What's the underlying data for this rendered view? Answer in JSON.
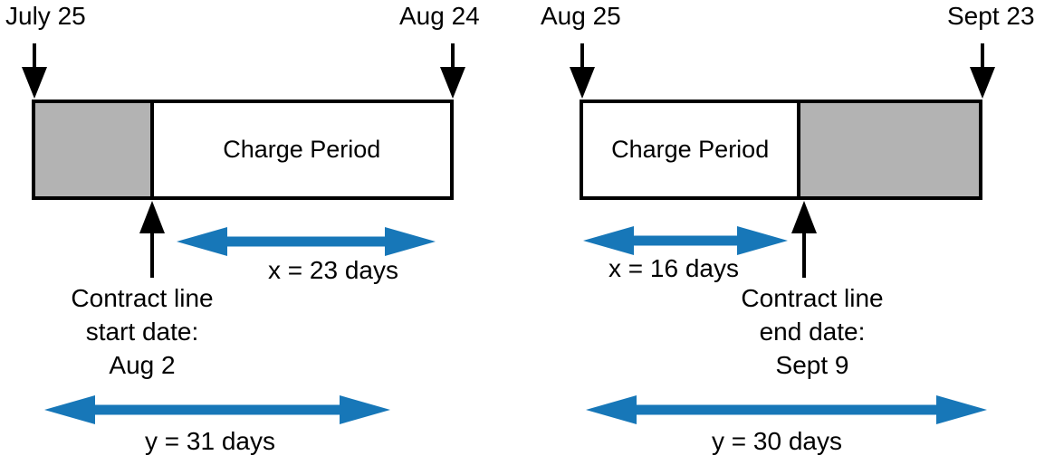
{
  "colors": {
    "accent_blue": "#1777B8",
    "gray_fill": "#B3B3B3",
    "black": "#000000"
  },
  "diagrams": [
    {
      "id": "partial-month-start",
      "start_date": "July 25",
      "end_date": "Aug 24",
      "bar_label": "Charge Period",
      "x_label": "x = 23 days",
      "y_label": "y = 31 days",
      "annotation": [
        "Contract line",
        "start date:",
        "Aug 2"
      ]
    },
    {
      "id": "partial-month-end",
      "start_date": "Aug 25",
      "end_date": "Sept 23",
      "bar_label": "Charge Period",
      "x_label": "x = 16 days",
      "y_label": "y = 30 days",
      "annotation": [
        "Contract line",
        "end date:",
        "Sept 9"
      ]
    }
  ]
}
